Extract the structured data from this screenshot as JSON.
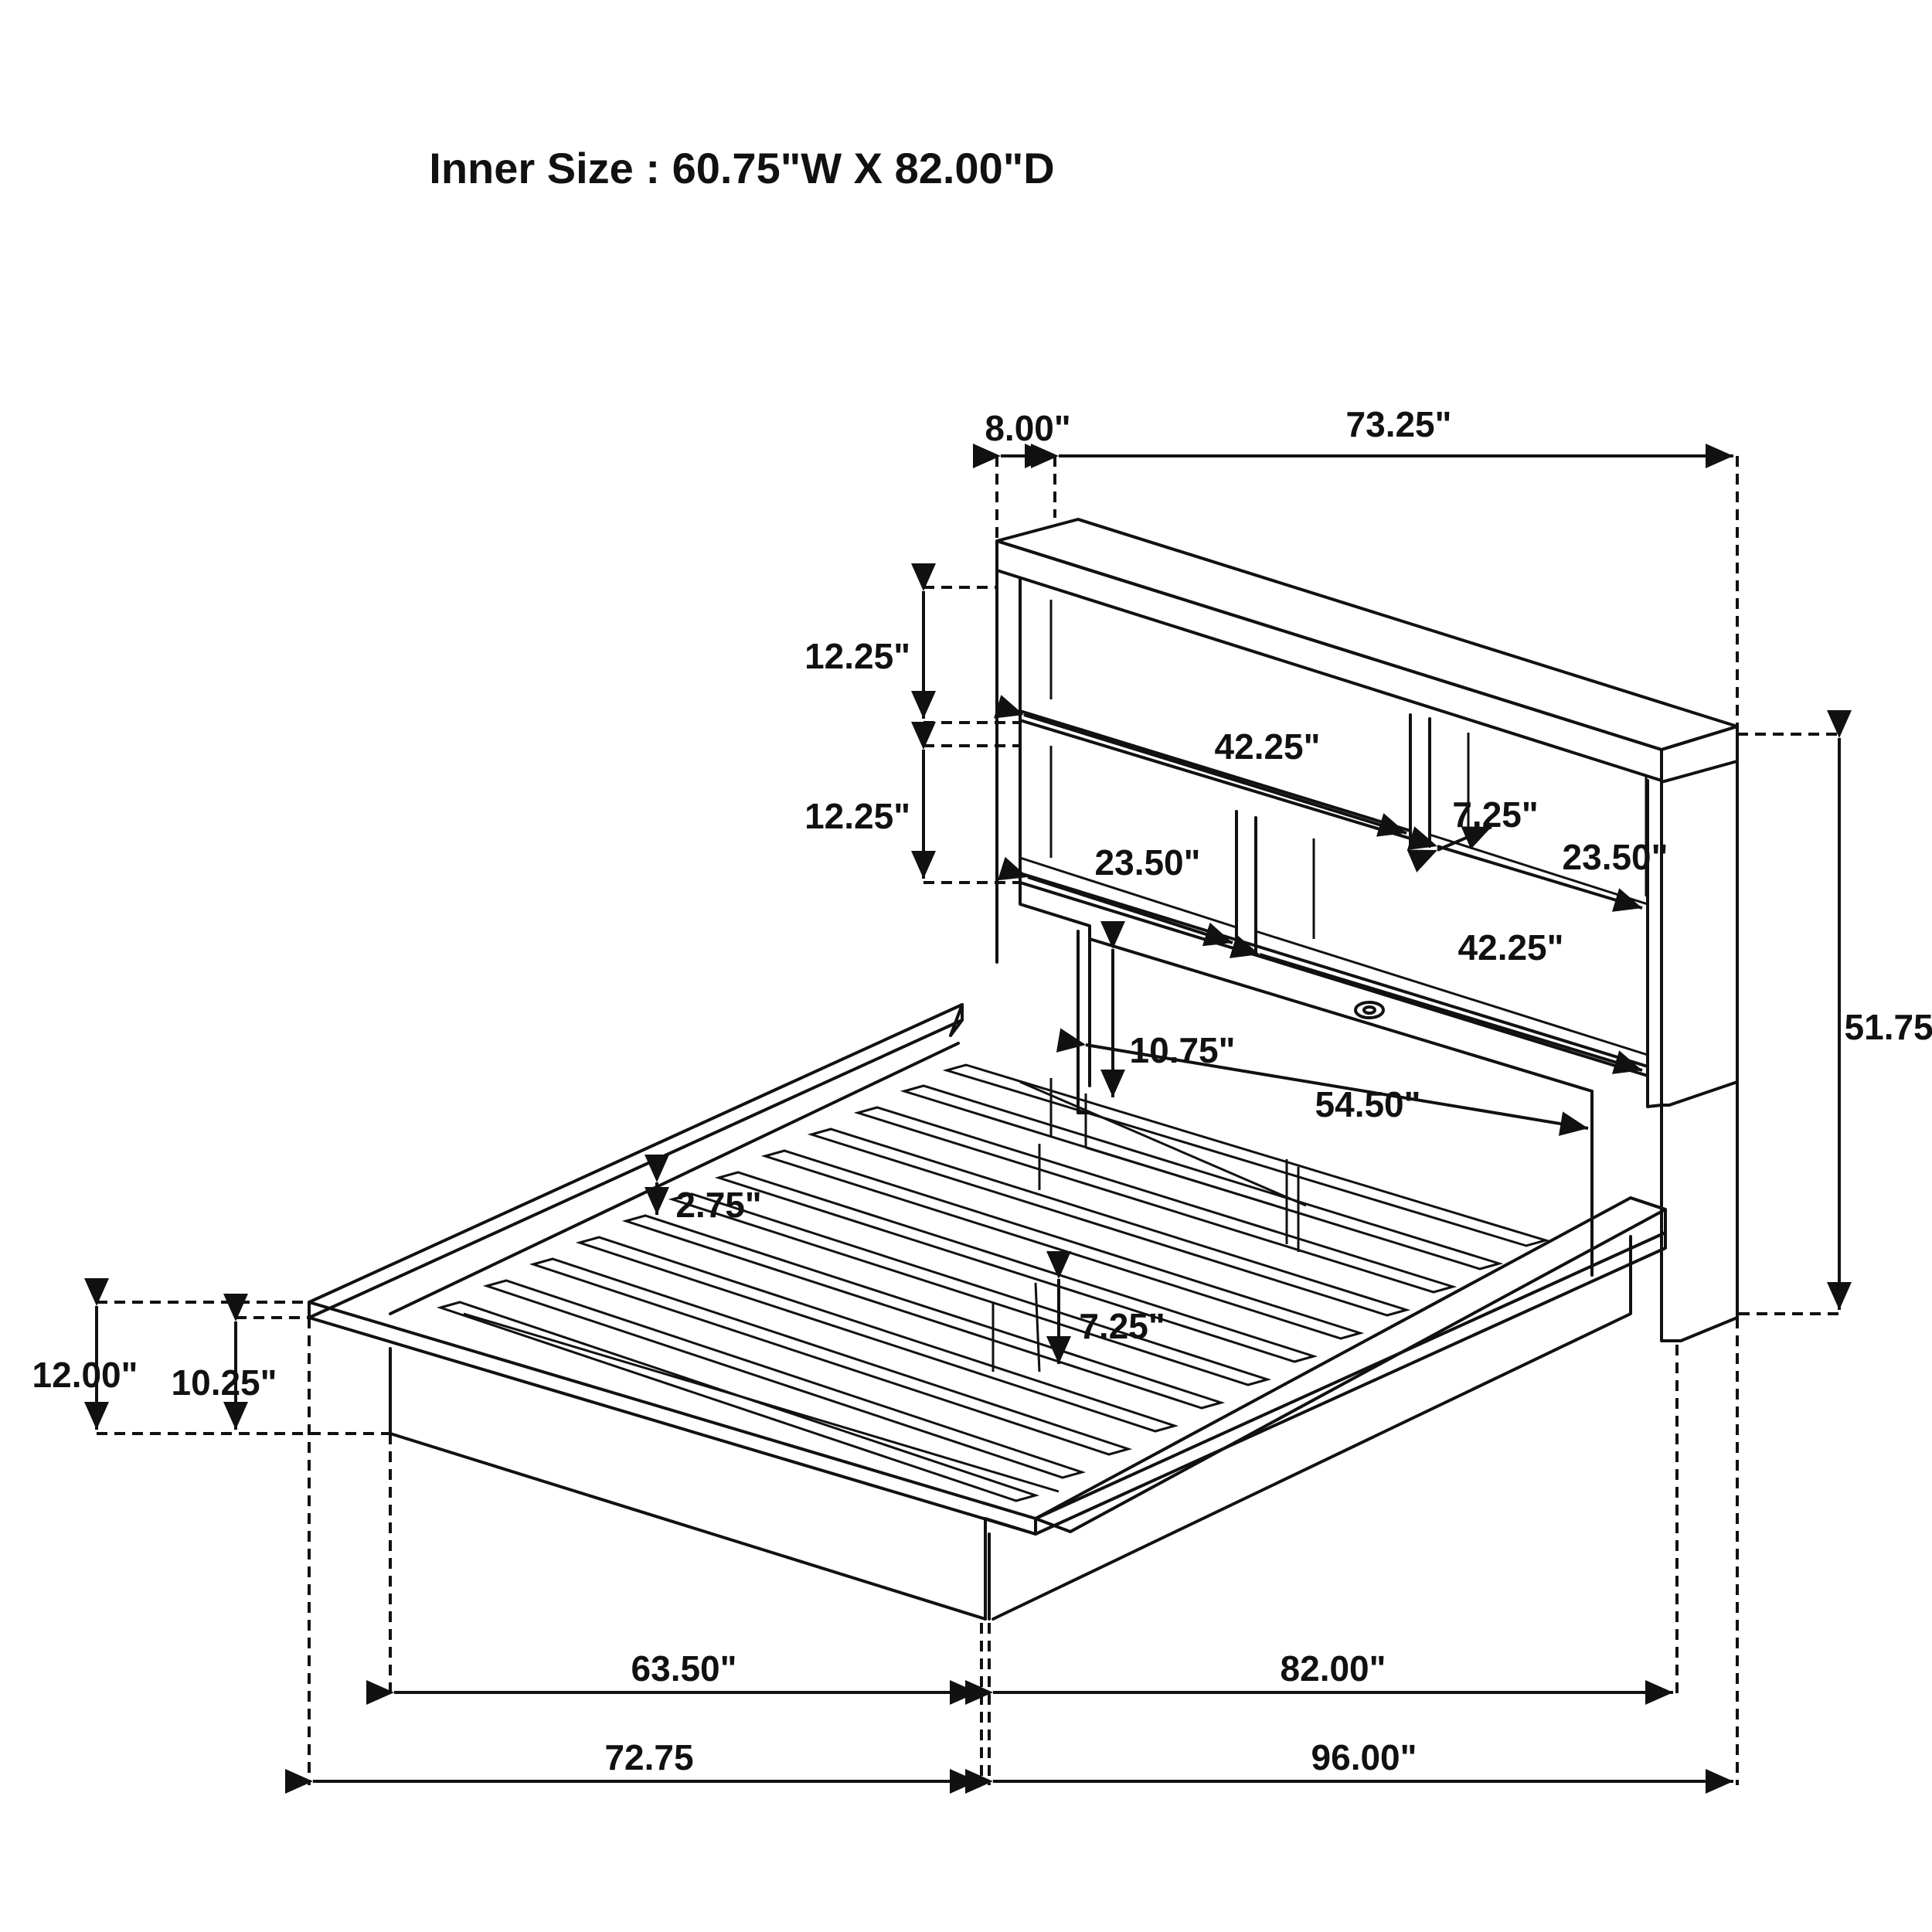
{
  "title": "Inner Size : 60.75\"W X 82.00\"D",
  "dimensions": {
    "headboard_depth": "8.00\"",
    "headboard_width": "73.25\"",
    "upper_shelf_height": "12.25\"",
    "lower_shelf_height": "12.25\"",
    "upper_shelf_width": "42.25\"",
    "upper_side_shelf_depth": "7.25\"",
    "upper_side_shelf_width": "23.50\"",
    "lower_left_shelf_width": "23.50\"",
    "lower_shelf_width": "42.25\"",
    "headboard_height": "51.75\"",
    "headboard_clearance": "10.75\"",
    "inner_headboard_width": "54.50\"",
    "slat_gap": "2.75\"",
    "leg_height": "7.25\"",
    "bed_height": "12.00\"",
    "rail_height": "10.25\"",
    "inner_width": "63.50\"",
    "inner_length": "82.00\"",
    "overall_width": "72.75",
    "overall_length": "96.00\""
  }
}
